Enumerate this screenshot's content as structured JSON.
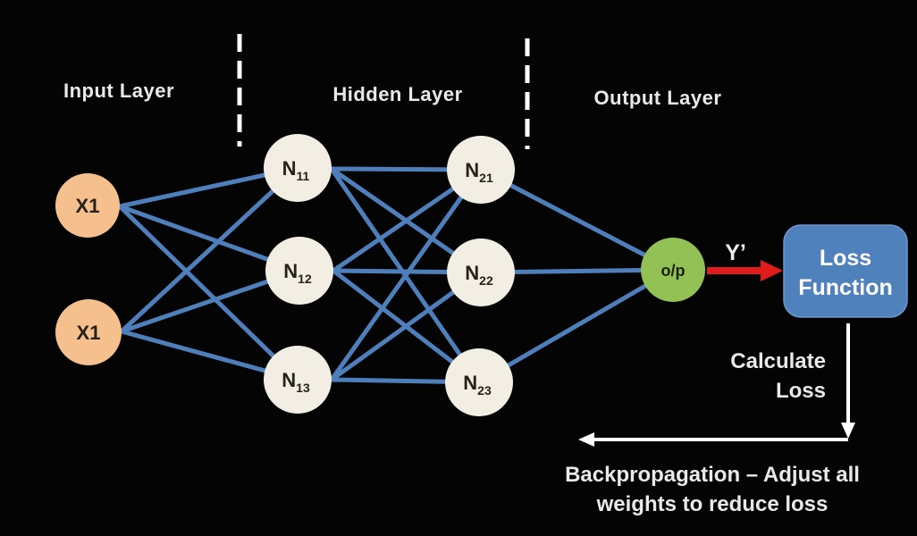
{
  "colors": {
    "background": "#040404",
    "text": "#E9E9E9",
    "node_text": "#26221A",
    "edge": "#4E7FBB",
    "separator": "#FFFFFF",
    "input_node": "#F5C08E",
    "hidden_node": "#F2EEE3",
    "output_node": "#93C156",
    "loss_box": "#4F81BD",
    "loss_box_border": "#6D97CC",
    "arrow_red": "#E01C1C",
    "arrow_white": "#FFFFFF"
  },
  "layers": {
    "input": {
      "label": "Input Layer"
    },
    "hidden": {
      "label": "Hidden Layer"
    },
    "output": {
      "label": "Output Layer"
    }
  },
  "nodes": {
    "input": [
      {
        "label": "X1"
      },
      {
        "label": "X1"
      }
    ],
    "hidden_col1": [
      {
        "base": "N",
        "sub": "11"
      },
      {
        "base": "N",
        "sub": "12"
      },
      {
        "base": "N",
        "sub": "13"
      }
    ],
    "hidden_col2": [
      {
        "base": "N",
        "sub": "21"
      },
      {
        "base": "N",
        "sub": "22"
      },
      {
        "base": "N",
        "sub": "23"
      }
    ],
    "output": {
      "label": "o/p"
    }
  },
  "annotations": {
    "y_prime": "Y’",
    "loss_function": {
      "line1": "Loss",
      "line2": "Function"
    },
    "calculate_loss": {
      "line1": "Calculate",
      "line2": "Loss"
    },
    "backpropagation": {
      "line1": "Backpropagation – Adjust all",
      "line2": "weights to reduce loss"
    }
  }
}
